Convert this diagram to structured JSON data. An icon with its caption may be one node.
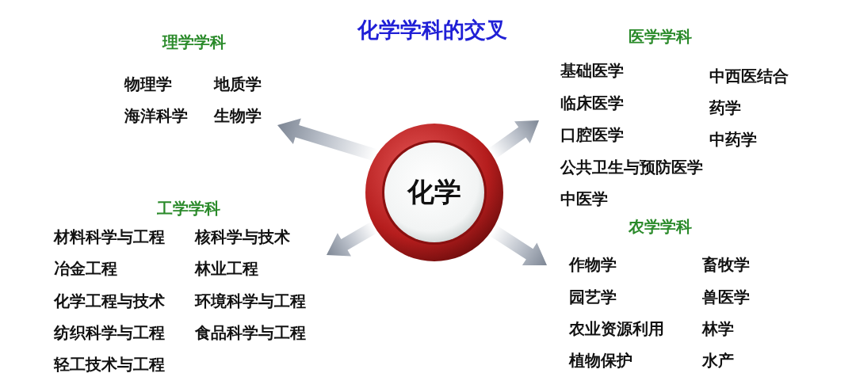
{
  "diagram": {
    "title": "化学学科的交叉",
    "nodes": [
      {
        "text": [
          "化学"
        ]
      },
      {
        "text": [
          "理学学科",
          "物理学",
          "地质学",
          "海洋科学",
          "生物学"
        ]
      },
      {
        "text": [
          "医学学科",
          "基础医学",
          "中西医结合",
          "临床医学",
          "药学",
          "口腔医学",
          "中药学",
          "公共卫生与预防医学",
          "中医学"
        ]
      },
      {
        "text": [
          "工学学科",
          "材料科学与工程",
          "核科学与技术",
          "冶金工程",
          "林业工程",
          "化学工程与技术",
          "环境科学与工程",
          "纺织科学与工程",
          "食品科学与工程",
          "轻工技术与工程"
        ]
      },
      {
        "text": [
          "农学学科",
          "作物学",
          "畜牧学",
          "园艺学",
          "兽医学",
          "农业资源利用",
          "林学",
          "植物保护",
          "水产"
        ]
      }
    ],
    "edges": [
      {
        "from": 0,
        "to": 1,
        "arrow": "to"
      },
      {
        "from": 0,
        "to": 2,
        "arrow": "to"
      },
      {
        "from": 0,
        "to": 3,
        "arrow": "to"
      },
      {
        "from": 0,
        "to": 4,
        "arrow": "to"
      }
    ]
  }
}
